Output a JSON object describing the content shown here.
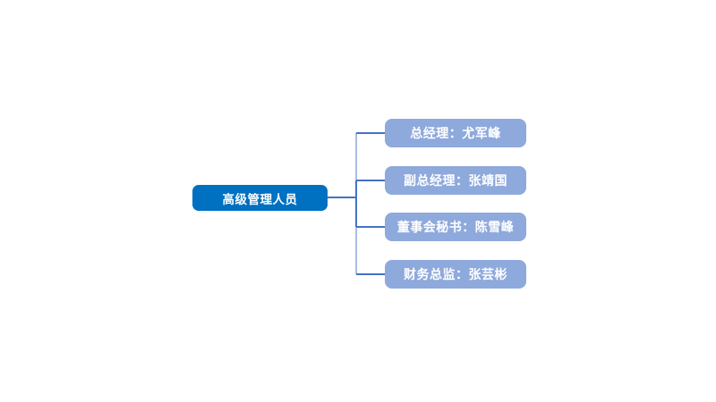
{
  "diagram": {
    "type": "org-chart",
    "orientation": "left-to-right",
    "background_color": "#FFFFFF",
    "root": {
      "label": "高级管理人员",
      "fill_color": "#0070C0",
      "text_color": "#FFFFFF"
    },
    "children": [
      {
        "label": "总经理：尤军峰",
        "role": "总经理",
        "person": "尤军峰",
        "fill_color": "#8EA9DC",
        "text_color": "#FFFFFF"
      },
      {
        "label": "副总经理：张靖国",
        "role": "副总经理",
        "person": "张靖国",
        "fill_color": "#8EA9DC",
        "text_color": "#FFFFFF"
      },
      {
        "label": "董事会秘书：陈雪峰",
        "role": "董事会秘书",
        "person": "陈雪峰",
        "fill_color": "#8EA9DC",
        "text_color": "#FFFFFF"
      },
      {
        "label": "财务总监：张芸彬",
        "role": "财务总监",
        "person": "张芸彬",
        "fill_color": "#8EA9DC",
        "text_color": "#FFFFFF"
      }
    ],
    "connector": {
      "line_color": "#4472C4",
      "trunk_color": "#A9BEE3",
      "line_width": 2
    }
  }
}
